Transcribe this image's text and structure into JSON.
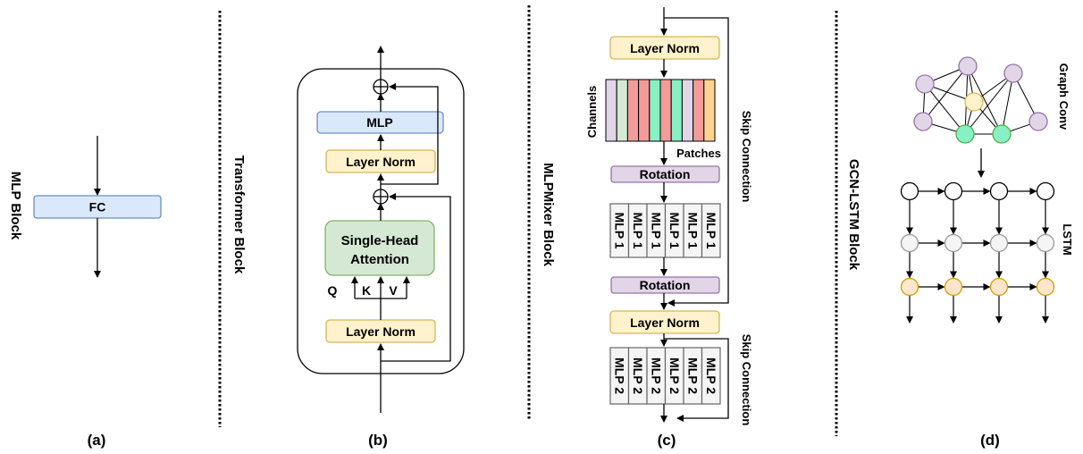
{
  "panel_a": {
    "side_label": "MLP Block",
    "fc_label": "FC",
    "caption": "(a)"
  },
  "panel_b": {
    "side_label": "Transformer Block",
    "mlp_label": "MLP",
    "norm_top_label": "Layer Norm",
    "attention_line1": "Single-Head",
    "attention_line2": "Attention",
    "q_label": "Q",
    "k_label": "K",
    "v_label": "V",
    "norm_bottom_label": "Layer Norm",
    "caption": "(b)"
  },
  "panel_c": {
    "side_label": "MLPMixer Block",
    "norm_top_label": "Layer Norm",
    "channels_label": "Channels",
    "patches_label": "Patches",
    "rotation_top_label": "Rotation",
    "mlp1_label": "MLP 1",
    "rotation_bottom_label": "Rotation",
    "norm_bottom_label": "Layer Norm",
    "mlp2_label": "MLP 2",
    "skip_top_label": "Skip Connection",
    "skip_bottom_label": "Skip Connection",
    "patch_colors": [
      "#e1d5e7",
      "#d5e8d4",
      "#f19c99",
      "#f19c99",
      "#88f0c2",
      "#f19c99",
      "#88f0c2",
      "#e1d5e7",
      "#f19c99",
      "#ffd591"
    ],
    "caption": "(c)"
  },
  "panel_d": {
    "side_label": "GCN-LSTM Block",
    "graph_label": "Graph Conv",
    "lstm_label": "LSTM",
    "caption": "(d)"
  },
  "colors": {
    "blue_fill": "#dae8fc",
    "blue_stroke": "#6c8ebf",
    "yellow_fill": "#fff2cc",
    "yellow_stroke": "#d6b656",
    "green_fill": "#d5e8d4",
    "green_stroke": "#82b366",
    "purple_fill": "#e1d5e7",
    "purple_stroke": "#9673a6",
    "grey_fill": "#f5f5f5",
    "grey_stroke": "#666666",
    "orange_fill": "#ffe6cc",
    "orange_stroke": "#d79b00",
    "teal_fill": "#88f0c2",
    "teal_stroke": "#4caf50"
  }
}
